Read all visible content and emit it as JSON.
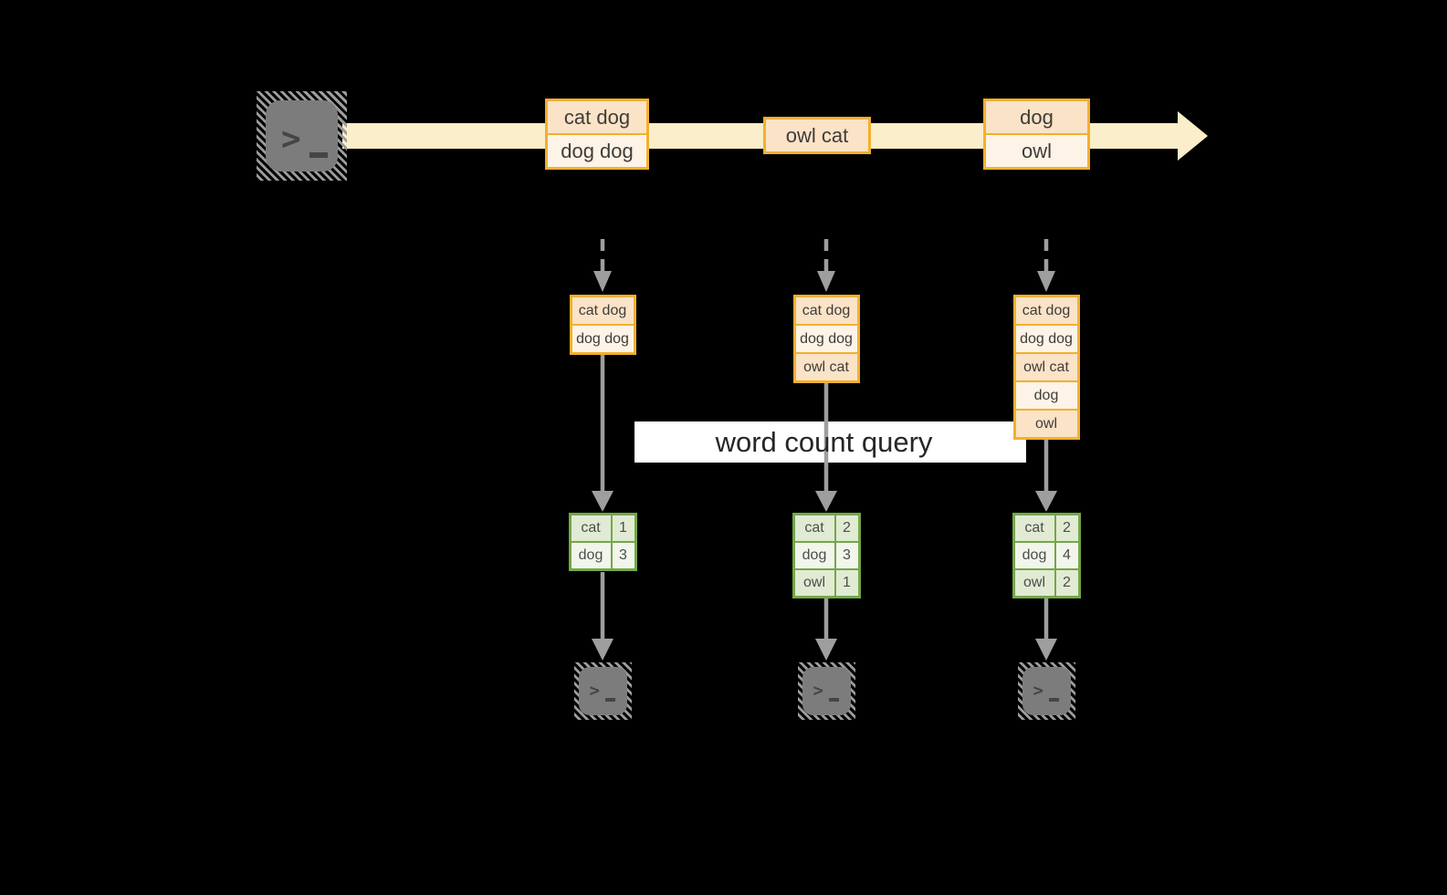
{
  "title": "word count query stream diagram",
  "colors": {
    "background": "#000000",
    "stream_arrow": "#FBEECA",
    "box_border": "#F2B02E",
    "box_fill_dark": "#FAE3C7",
    "box_fill_light": "#FDF3E6",
    "box_text": "#3F3C39",
    "arrow_gray": "#9E9E9E",
    "table_border": "#74A748",
    "table_fill_dark": "#E1EBD3",
    "table_fill_light": "#F1F5EB",
    "table_text": "#4D4D4D",
    "label_bg": "#FFFFFF",
    "label_text": "#262626",
    "terminal_fill": "#7C7C7C",
    "terminal_hatch": "#9C9C9C",
    "terminal_glyph": "#454545"
  },
  "icons": {
    "source": "terminal-icon",
    "sinks": "terminal-icon",
    "prompt_chevron": ">",
    "prompt_underscore": "_"
  },
  "query_label": "word count query",
  "stream": {
    "messages": [
      {
        "lines": [
          "cat dog",
          "dog dog"
        ]
      },
      {
        "lines": [
          "owl cat"
        ]
      },
      {
        "lines": [
          "dog",
          "owl"
        ]
      }
    ]
  },
  "columns": [
    {
      "buffer": [
        "cat dog",
        "dog dog"
      ],
      "counts": [
        {
          "word": "cat",
          "count": "1"
        },
        {
          "word": "dog",
          "count": "3"
        }
      ]
    },
    {
      "buffer": [
        "cat dog",
        "dog dog",
        "owl cat"
      ],
      "counts": [
        {
          "word": "cat",
          "count": "2"
        },
        {
          "word": "dog",
          "count": "3"
        },
        {
          "word": "owl",
          "count": "1"
        }
      ]
    },
    {
      "buffer": [
        "cat dog",
        "dog dog",
        "owl cat",
        "dog",
        "owl"
      ],
      "counts": [
        {
          "word": "cat",
          "count": "2"
        },
        {
          "word": "dog",
          "count": "4"
        },
        {
          "word": "owl",
          "count": "2"
        }
      ]
    }
  ]
}
